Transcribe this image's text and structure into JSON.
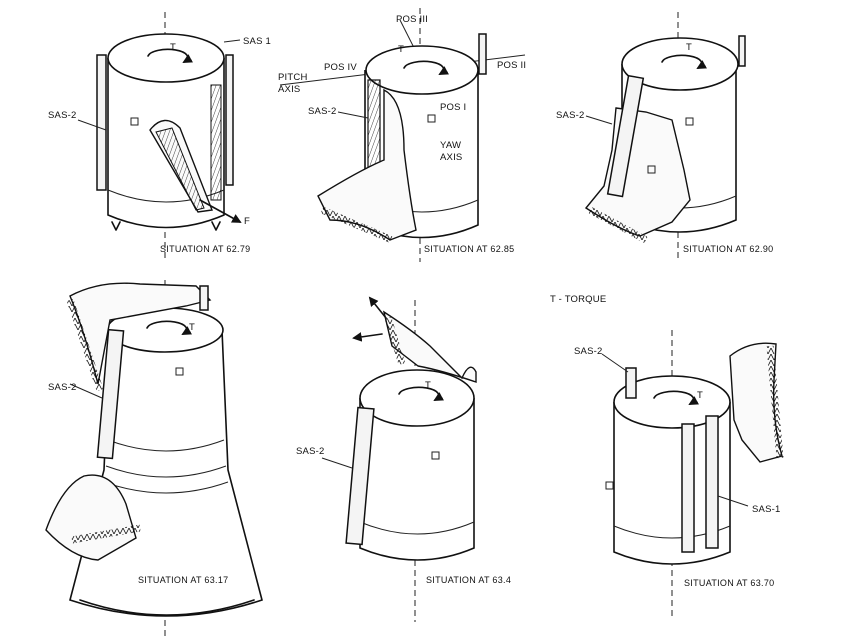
{
  "legend": "T - TORQUE",
  "panels": [
    {
      "caption": "SITUATION AT 62.79",
      "labels": {
        "sas1": "SAS 1",
        "sas2": "SAS-2",
        "torque": "T",
        "force": "F"
      }
    },
    {
      "caption": "SITUATION AT 62.85",
      "labels": {
        "pos1": "POS I",
        "pos2": "POS II",
        "pos3": "POS III",
        "pos4": "POS IV",
        "pitch1": "PITCH",
        "pitch2": "AXIS",
        "yaw1": "YAW",
        "yaw2": "AXIS",
        "sas2": "SAS-2",
        "torque": "T"
      }
    },
    {
      "caption": "SITUATION AT 62.90",
      "labels": {
        "sas2": "SAS-2",
        "torque": "T"
      }
    },
    {
      "caption": "SITUATION AT 63.17",
      "labels": {
        "sas2": "SAS-2",
        "torque": "T"
      }
    },
    {
      "caption": "SITUATION AT 63.4",
      "labels": {
        "sas2": "SAS-2",
        "torque": "T"
      }
    },
    {
      "caption": "SITUATION AT 63.70",
      "labels": {
        "sas1": "SAS-1",
        "sas2": "SAS-2",
        "torque": "T"
      }
    }
  ]
}
